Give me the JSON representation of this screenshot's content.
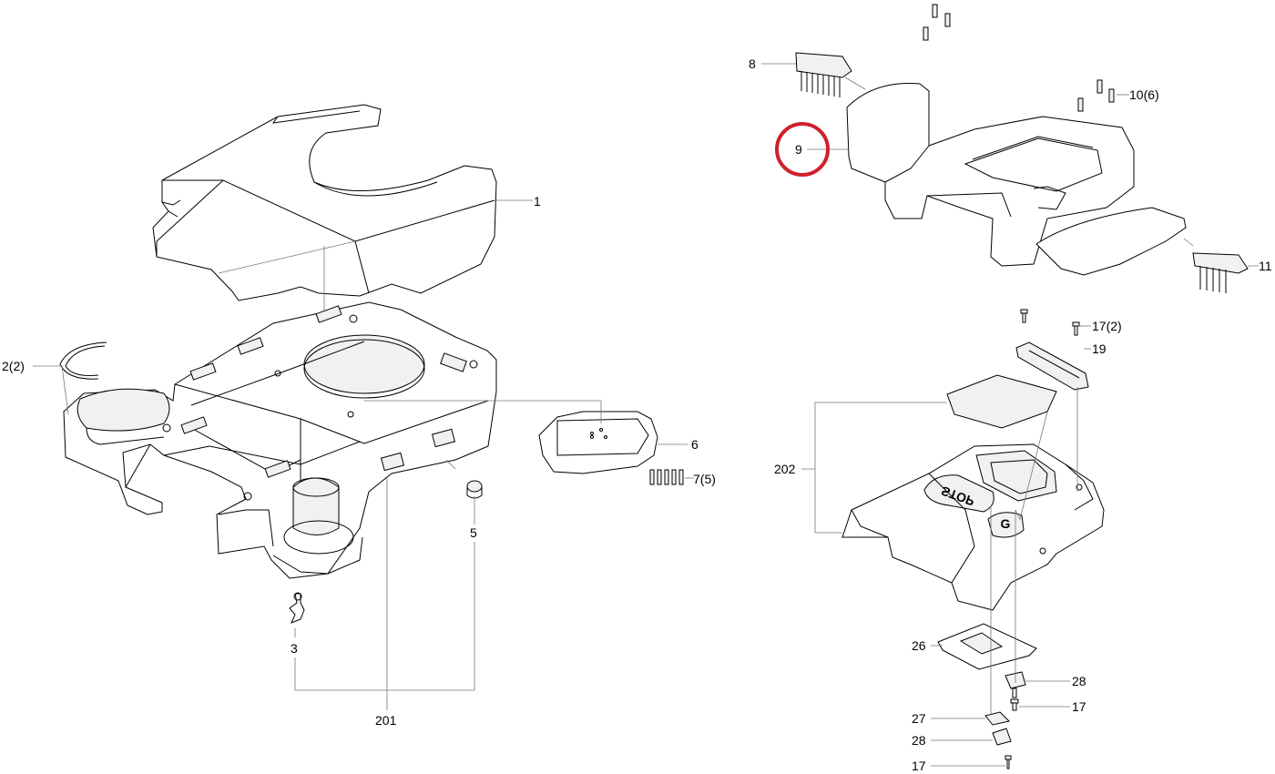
{
  "callouts": {
    "c1": "1",
    "c2": "2(2)",
    "c3": "3",
    "c5": "5",
    "c6": "6",
    "c7": "7(5)",
    "c8": "8",
    "c9": "9",
    "c10": "10(6)",
    "c11": "11",
    "c17a": "17(2)",
    "c19": "19",
    "c201": "201",
    "c202": "202",
    "c26": "26",
    "c28a": "28",
    "c17b": "17",
    "c27": "27",
    "c28b": "28",
    "c17c": "17"
  },
  "highlight": {
    "target_label": "9",
    "color": "#d0202a"
  },
  "stop_button_text": "STOP",
  "go_button_text": "G"
}
